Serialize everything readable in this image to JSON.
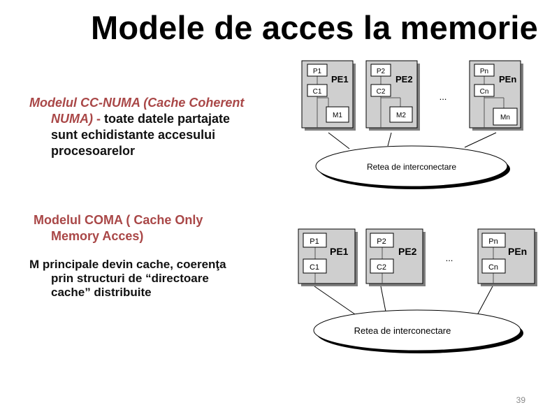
{
  "slide": {
    "title": "Modele de acces la memorie",
    "page_number": "39"
  },
  "ccnuma": {
    "heading_part1": "Modelul CC-NUMA (Cache Coherent",
    "heading_part2": "NUMA)",
    "dash": " - ",
    "desc_part1": "toate datele partajate",
    "desc_part2": "sunt echidistante accesului",
    "desc_part3": "procesoarelor"
  },
  "coma": {
    "line1": "Modelul COMA ( Cache Only",
    "line2": "Memory Acces)"
  },
  "mp": {
    "line1": "M principale devin cache,  coerenţa",
    "line2": "prin structuri de “directoare",
    "line3": "cache” distribuite"
  },
  "diagram_top": {
    "nodes": [
      {
        "pe": "PE1",
        "p": "P1",
        "c": "C1",
        "m": "M1"
      },
      {
        "pe": "PE2",
        "p": "P2",
        "c": "C2",
        "m": "M2"
      },
      {
        "pe": "PEn",
        "p": "Pn",
        "c": "Cn",
        "m": "Mn"
      }
    ],
    "ellipsis": "...",
    "network": "Retea de interconectare"
  },
  "diagram_bottom": {
    "nodes": [
      {
        "pe": "PE1",
        "p": "P1",
        "c": "C1"
      },
      {
        "pe": "PE2",
        "p": "P2",
        "c": "C2"
      },
      {
        "pe": "PEn",
        "p": "Pn",
        "c": "Cn"
      }
    ],
    "ellipsis": "...",
    "network": "Retea de interconectare"
  }
}
